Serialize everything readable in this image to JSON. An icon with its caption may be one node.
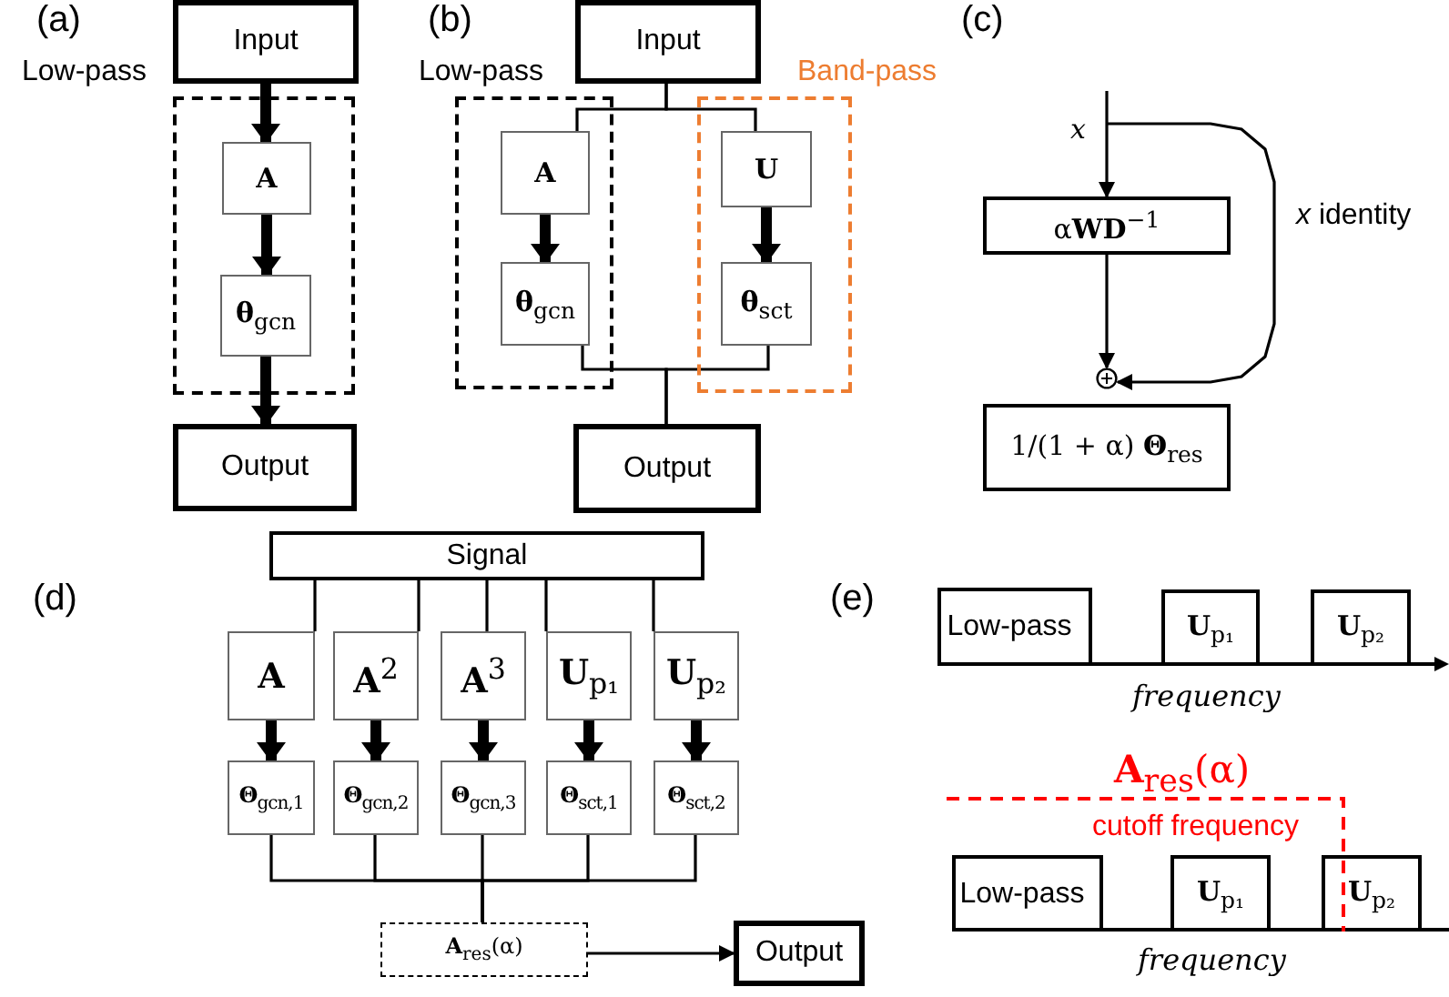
{
  "diagram": {
    "nodes": [
      {
        "text": [
          "Input"
        ]
      },
      {
        "text": [
          "Low-pass"
        ]
      },
      {
        "text": [
          "**A**"
        ],
        "in": 1
      },
      {
        "text": [
          "**θ**$_{gcn}$"
        ],
        "in": 1
      },
      {
        "text": [
          "Output"
        ]
      },
      {
        "text": [
          "Input"
        ]
      },
      {
        "text": [
          "Low-pass"
        ]
      },
      {
        "text": [
          "**A**"
        ],
        "in": 6
      },
      {
        "text": [
          "**θ**$_{gcn}$"
        ],
        "in": 6
      },
      {
        "text": [
          "Band-pass"
        ]
      },
      {
        "text": [
          "**U**"
        ],
        "in": 9
      },
      {
        "text": [
          "**θ**$_{sct}$"
        ],
        "in": 9
      },
      {
        "text": [
          "Output"
        ]
      },
      {
        "text": [
          "α**WD**$^{−1}$"
        ]
      },
      {
        "text": [],
        "shape": "circle"
      },
      {
        "text": [
          "1/(1 + α) **Θ**$_{res}$"
        ]
      },
      {
        "text": [
          "Signal"
        ]
      },
      {
        "text": [
          "**A**"
        ]
      },
      {
        "text": [
          "**A**$^{2}$"
        ]
      },
      {
        "text": [
          "**A**$^{3}$"
        ]
      },
      {
        "text": [
          "**U**$_{p₁}$"
        ]
      },
      {
        "text": [
          "**U**$_{p₂}$"
        ]
      },
      {
        "text": [
          "**Θ**$_{gcn,1}$"
        ]
      },
      {
        "text": [
          "**Θ**$_{gcn,2}$"
        ]
      },
      {
        "text": [
          "**Θ**$_{gcn,3}$"
        ]
      },
      {
        "text": [
          "**Θ**$_{sct,1}$"
        ]
      },
      {
        "text": [
          "**Θ**$_{sct,2}$"
        ]
      },
      {
        "text": [
          "**A**$_{res}$(α)"
        ]
      },
      {
        "text": [
          "Output"
        ]
      },
      {
        "text": [
          "Low-pass"
        ]
      },
      {
        "text": [
          "**U**$_{p₁}$"
        ]
      },
      {
        "text": [
          "**U**$_{p₂}$"
        ]
      },
      {
        "text": [
          "Low-pass"
        ]
      },
      {
        "text": [
          "**U**$_{p₁}$"
        ]
      },
      {
        "text": [
          "**U**$_{p₂}$"
        ]
      }
    ],
    "edges": [
      {
        "from": 0,
        "to": 2,
        "arrow": "to",
        "style": "thick"
      },
      {
        "from": 2,
        "to": 3,
        "arrow": "to",
        "style": "thick"
      },
      {
        "from": 3,
        "to": 4,
        "arrow": "to",
        "style": "thick"
      },
      {
        "from": 5,
        "to": 7,
        "arrow": "none"
      },
      {
        "from": 5,
        "to": 10,
        "arrow": "none"
      },
      {
        "from": 7,
        "to": 8,
        "arrow": "to",
        "style": "thick"
      },
      {
        "from": 10,
        "to": 11,
        "arrow": "to",
        "style": "thick"
      },
      {
        "from": 8,
        "to": 12,
        "arrow": "none"
      },
      {
        "from": 11,
        "to": 12,
        "arrow": "none"
      },
      {
        "from": null,
        "to": 13,
        "arrow": "to",
        "label": "*x*"
      },
      {
        "from": null,
        "to": 14,
        "arrow": "to",
        "label": "*x* identity"
      },
      {
        "from": 13,
        "to": 14,
        "arrow": "to"
      },
      {
        "from": 16,
        "to": 17,
        "arrow": "none"
      },
      {
        "from": 16,
        "to": 18,
        "arrow": "none"
      },
      {
        "from": 16,
        "to": 19,
        "arrow": "none"
      },
      {
        "from": 16,
        "to": 20,
        "arrow": "none"
      },
      {
        "from": 16,
        "to": 21,
        "arrow": "none"
      },
      {
        "from": 17,
        "to": 22,
        "arrow": "to",
        "style": "thick"
      },
      {
        "from": 18,
        "to": 23,
        "arrow": "to",
        "style": "thick"
      },
      {
        "from": 19,
        "to": 24,
        "arrow": "to",
        "style": "thick"
      },
      {
        "from": 20,
        "to": 25,
        "arrow": "to",
        "style": "thick"
      },
      {
        "from": 21,
        "to": 26,
        "arrow": "to",
        "style": "thick"
      },
      {
        "from": 22,
        "to": 27,
        "arrow": "none"
      },
      {
        "from": 23,
        "to": 27,
        "arrow": "none"
      },
      {
        "from": 24,
        "to": 27,
        "arrow": "none"
      },
      {
        "from": 25,
        "to": 27,
        "arrow": "none"
      },
      {
        "from": 26,
        "to": 27,
        "arrow": "none"
      },
      {
        "from": 27,
        "to": 28,
        "arrow": "to"
      }
    ],
    "labels": [
      "(a)",
      "(b)",
      "(c)",
      "(d)",
      "(e)",
      "*frequency*",
      "**A**$_{res}$(α)",
      "cutoff frequency",
      "*frequency*"
    ]
  }
}
